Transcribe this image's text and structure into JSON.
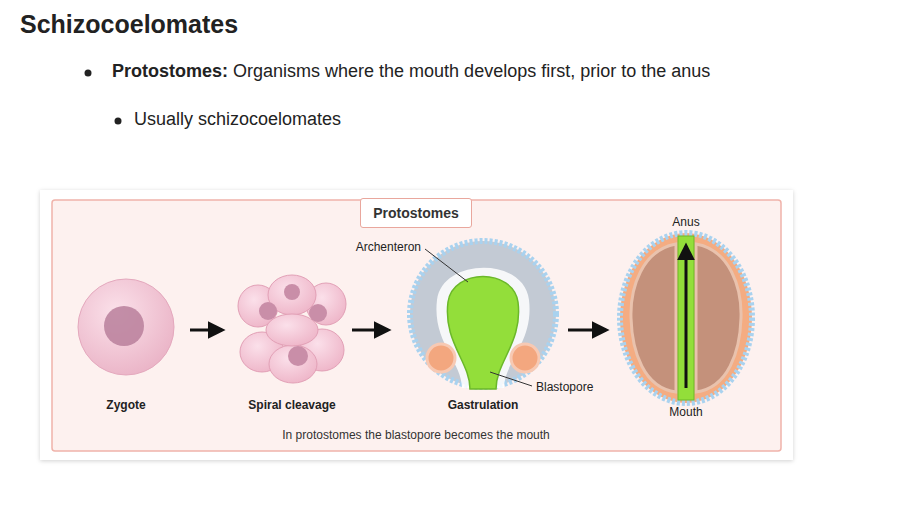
{
  "diagram": {
    "title": "Schizocoelomates",
    "caption": "In protostomes the blastopore becomes the mouth",
    "nodes": [
      {
        "text": [
          "Protostomes"
        ]
      }
    ],
    "edges": [],
    "labels": [
      "Protostomes:",
      "Organisms where the mouth develops first, prior to the anus",
      "Usually schizocoelomates",
      "Zygote",
      "Spiral cleavage",
      "Archenteron",
      "Blastopore",
      "Gastrulation",
      "Anus",
      "Mouth"
    ]
  }
}
